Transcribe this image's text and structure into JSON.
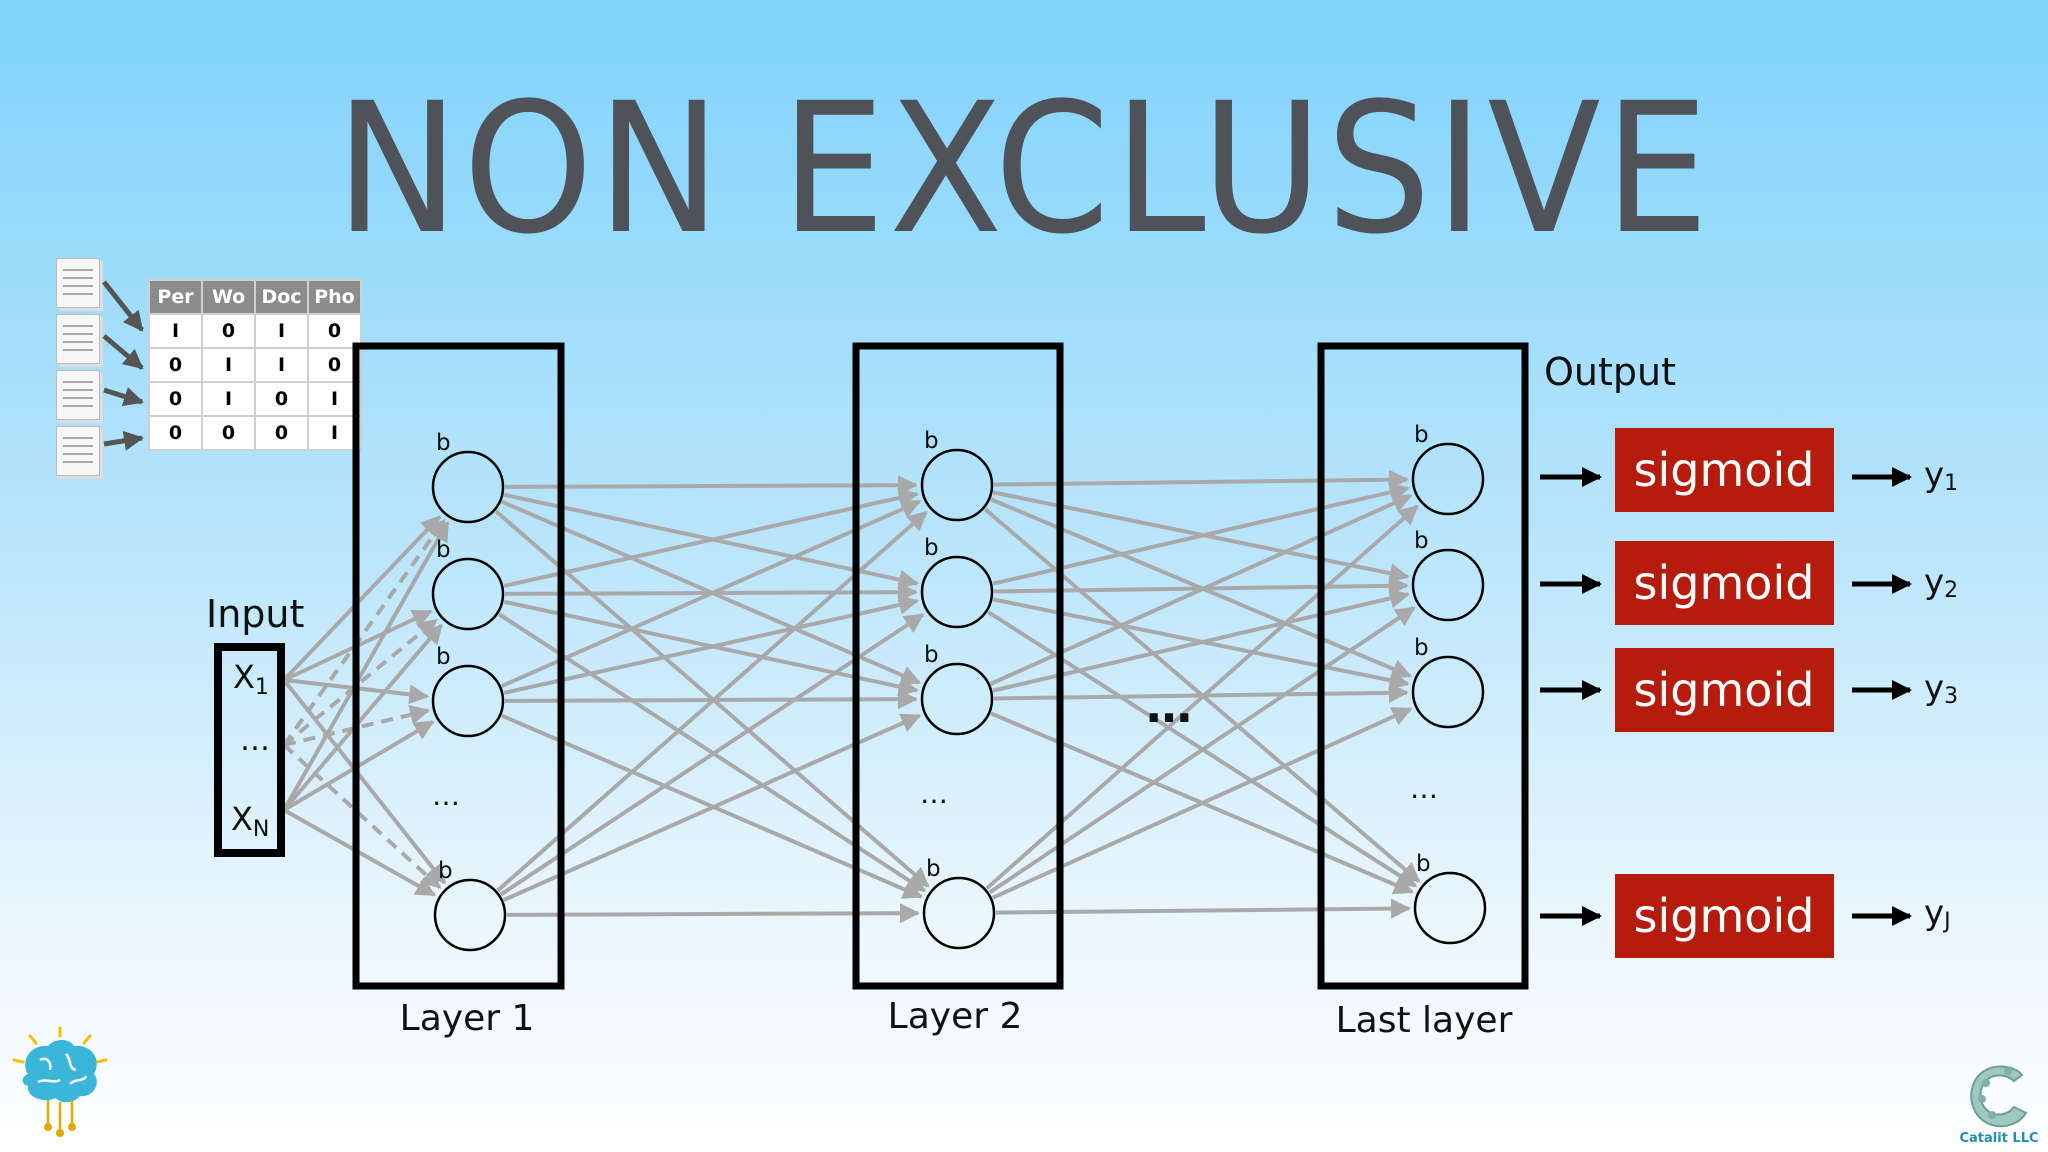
{
  "title": "NON EXCLUSIVE",
  "table": {
    "headers": [
      "Per",
      "Wo",
      "Doc",
      "Pho"
    ],
    "rows": [
      [
        "I",
        "0",
        "I",
        "0"
      ],
      [
        "0",
        "I",
        "I",
        "0"
      ],
      [
        "0",
        "I",
        "0",
        "I"
      ],
      [
        "0",
        "0",
        "0",
        "I"
      ]
    ]
  },
  "input": {
    "label": "Input",
    "x1_base": "X",
    "x1_sub": "1",
    "dots": "…",
    "xn_base": "X",
    "xn_sub": "N"
  },
  "layers": [
    {
      "label": "Layer 1",
      "bias": "b",
      "dots": "…"
    },
    {
      "label": "Layer 2",
      "bias": "b",
      "dots": "…"
    },
    {
      "label": "Last layer",
      "bias": "b",
      "dots": "…"
    }
  ],
  "between_layers_dots": "…",
  "output": {
    "label": "Output",
    "units": [
      {
        "activation": "sigmoid",
        "y_base": "y",
        "y_sub": "1"
      },
      {
        "activation": "sigmoid",
        "y_base": "y",
        "y_sub": "2"
      },
      {
        "activation": "sigmoid",
        "y_base": "y",
        "y_sub": "3"
      },
      {
        "activation": "sigmoid",
        "y_base": "y",
        "y_sub": "J"
      }
    ]
  },
  "brand": {
    "name": "Catalit LLC"
  },
  "colors": {
    "sigmoid_fill": "#b51c0e",
    "edge_gray": "#a9a9a9",
    "title_gray": "#4f5359"
  }
}
